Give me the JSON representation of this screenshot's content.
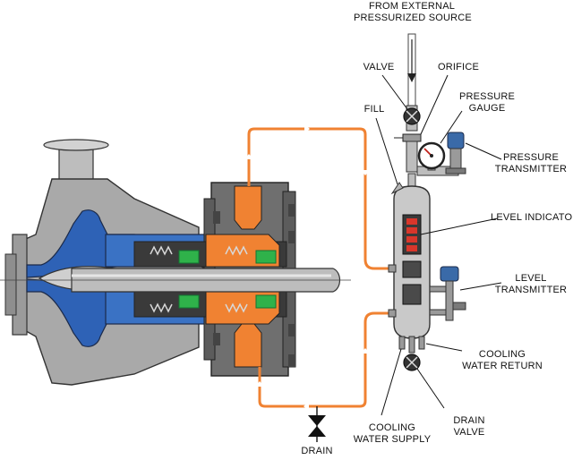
{
  "colors": {
    "pump_casing": "#a7a7a7",
    "impeller": "#2e62b6",
    "seal_chamber": "#3a72c4",
    "gland_block": "#6f6f6f",
    "barrier_fluid": "#f08232",
    "seal_faces_green": "#2fb24a",
    "shaft": "#b9b9b9",
    "reservoir": "#c9c9c9",
    "level_window": "#d9362b",
    "label_text": "#111111",
    "pipe_line": "#f08232"
  },
  "icons": {
    "valve": "butterfly-valve-icon",
    "pressure_gauge": "pressure-gauge-icon",
    "transmitter": "transmitter-icon",
    "drain": "bowtie-valve-icon",
    "flow_arrow": "arrow-icon"
  },
  "labels": {
    "external_source": [
      "FROM EXTERNAL",
      "PRESSURIZED SOURCE"
    ],
    "valve": [
      "VALVE"
    ],
    "orifice": [
      "ORIFICE"
    ],
    "pressure_gauge": [
      "PRESSURE",
      "GAUGE"
    ],
    "fill": [
      "FILL"
    ],
    "pressure_transmitter": [
      "PRESSURE",
      "TRANSMITTER"
    ],
    "level_indicator": [
      "LEVEL INDICATOR"
    ],
    "level_transmitter": [
      "LEVEL",
      "TRANSMITTER"
    ],
    "cooling_water_return": [
      "COOLING",
      "WATER RETURN"
    ],
    "drain_valve": [
      "DRAIN",
      "VALVE"
    ],
    "cooling_water_supply": [
      "COOLING",
      "WATER SUPPLY"
    ],
    "drain": [
      "DRAIN"
    ]
  }
}
